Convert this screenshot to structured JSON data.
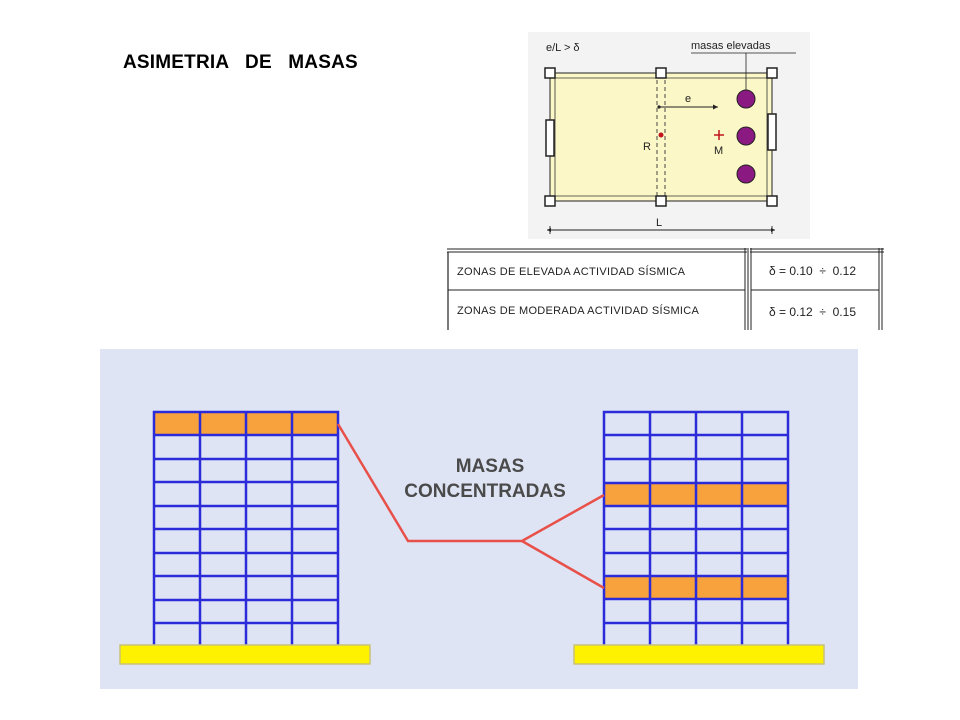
{
  "slide": {
    "title": "ASIMETRIA   DE   MASAS"
  },
  "plan_diagram": {
    "ratio_label": "e/L > δ",
    "masses_label": "masas elevadas",
    "eccentricity_label": "e",
    "rigidity_center_label": "R",
    "mass_center_label": "M",
    "length_label": "L",
    "colors": {
      "slab": "#fbf7c6",
      "mass": "#8a1a82",
      "marker": "#c0141e"
    }
  },
  "seismic_zones": {
    "rows": [
      {
        "zone": "ZONAS DE ELEVADA ACTIVIDAD SÍSMICA",
        "value": "δ = 0.10  ÷  0.12"
      },
      {
        "zone": "ZONAS DE MODERADA ACTIVIDAD SÍSMICA",
        "value": "δ = 0.12  ÷  0.15"
      }
    ]
  },
  "buildings_diagram": {
    "label_line1": "MASAS",
    "label_line2": "CONCENTRADAS",
    "colors": {
      "background": "#dfe4f5",
      "frame": "#2b2bd9",
      "mass_floor": "#f7a23c",
      "foundation": "#fff200",
      "leader_line": "#e8504a"
    }
  }
}
